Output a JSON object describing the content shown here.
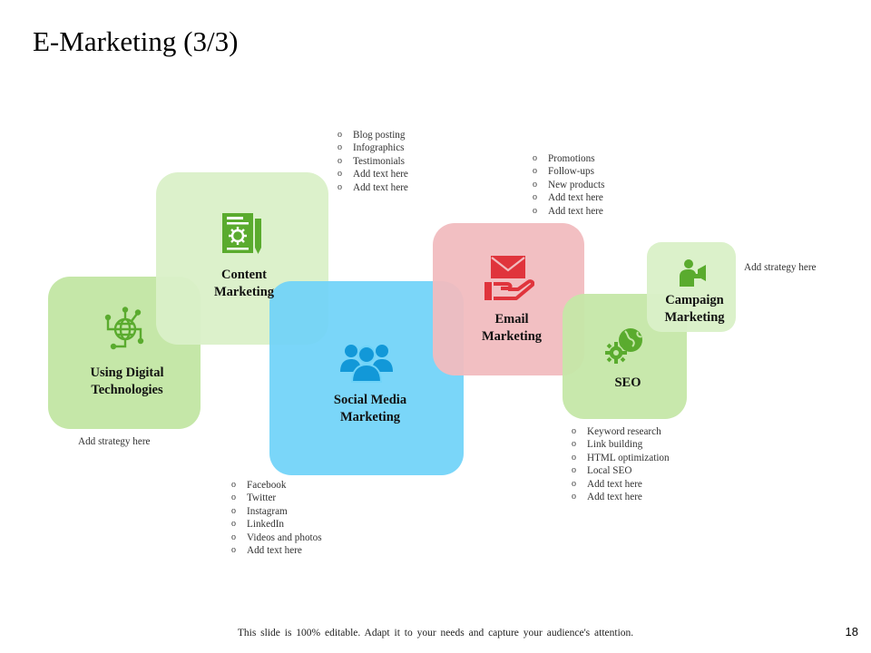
{
  "slide": {
    "title": "E-Marketing (3/3)",
    "page_number": "18",
    "footer": "This slide is 100% editable. Adapt it to your needs and capture your audience's attention."
  },
  "colors": {
    "digital": "#c5e7a8",
    "content": "#daf0c8",
    "social": "#6fd3f8",
    "email": "#f1bcbf",
    "seo": "#c5e7a8",
    "campaign": "#daf0c8",
    "icon_green": "#5aab2e",
    "icon_blue": "#1298d8",
    "icon_red": "#e0343c"
  },
  "blocks": {
    "digital": {
      "label": "Using Digital Technologies",
      "icon": "network-globe-icon",
      "note": "Add strategy here"
    },
    "content": {
      "label": "Content Marketing",
      "icon": "document-gear-icon",
      "items": [
        "Blog posting",
        "Infographics",
        "Testimonials",
        "Add text here",
        "Add text here"
      ]
    },
    "social": {
      "label": "Social Media Marketing",
      "icon": "people-group-icon",
      "items": [
        "Facebook",
        "Twitter",
        "Instagram",
        "LinkedIn",
        "Videos and photos",
        "Add text here"
      ]
    },
    "email": {
      "label": "Email Marketing",
      "icon": "envelope-hand-icon",
      "items": [
        "Promotions",
        "Follow-ups",
        "New products",
        "Add text here",
        "Add text here"
      ]
    },
    "seo": {
      "label": "SEO",
      "icon": "gears-globe-icon",
      "items": [
        "Keyword research",
        "Link building",
        "HTML optimization",
        "Local SEO",
        "Add text here",
        "Add text here"
      ]
    },
    "campaign": {
      "label": "Campaign Marketing",
      "icon": "megaphone-person-icon",
      "note": "Add strategy here"
    }
  }
}
